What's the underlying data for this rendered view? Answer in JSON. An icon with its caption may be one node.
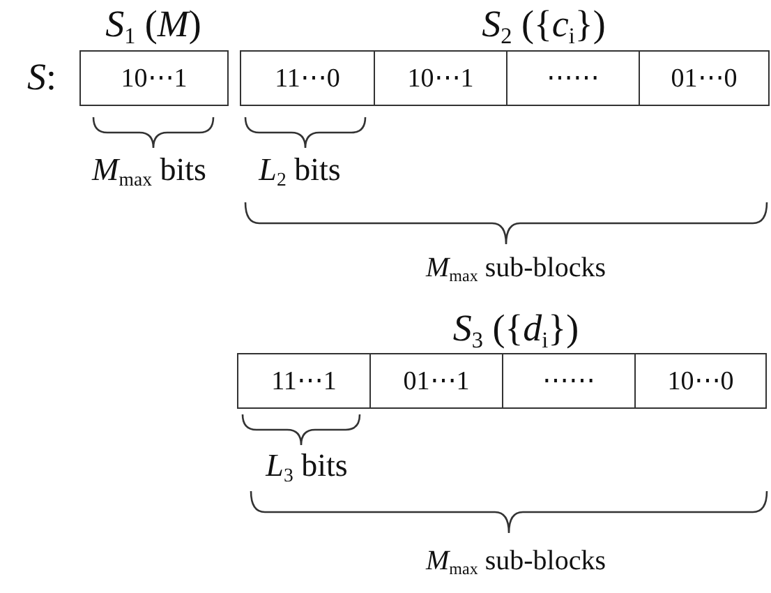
{
  "diagram": {
    "nodes": [
      {
        "text": [
          "10⋯1"
        ]
      },
      {
        "text": [
          "11⋯0"
        ]
      },
      {
        "text": [
          "10⋯1"
        ]
      },
      {
        "text": [
          "⋯⋯"
        ]
      },
      {
        "text": [
          "01⋯0"
        ]
      },
      {
        "text": [
          "11⋯1"
        ]
      },
      {
        "text": [
          "01⋯1"
        ]
      },
      {
        "text": [
          "⋯⋯"
        ]
      },
      {
        "text": [
          "10⋯0"
        ]
      }
    ],
    "edges": [],
    "labels": [
      "*S*$_{1}$ (*M*)",
      "*S*$_{2}$ ({*c*$_{i}$})",
      "*S*:",
      "*M*$_{max}$ bits",
      "*L*$_{2}$ bits",
      "*M*$_{max}$ sub-blocks",
      "*S*$_{3}$ ({*d*$_{i}$})",
      "*L*$_{3}$ bits",
      "*M*$_{max}$ sub-blocks"
    ]
  }
}
